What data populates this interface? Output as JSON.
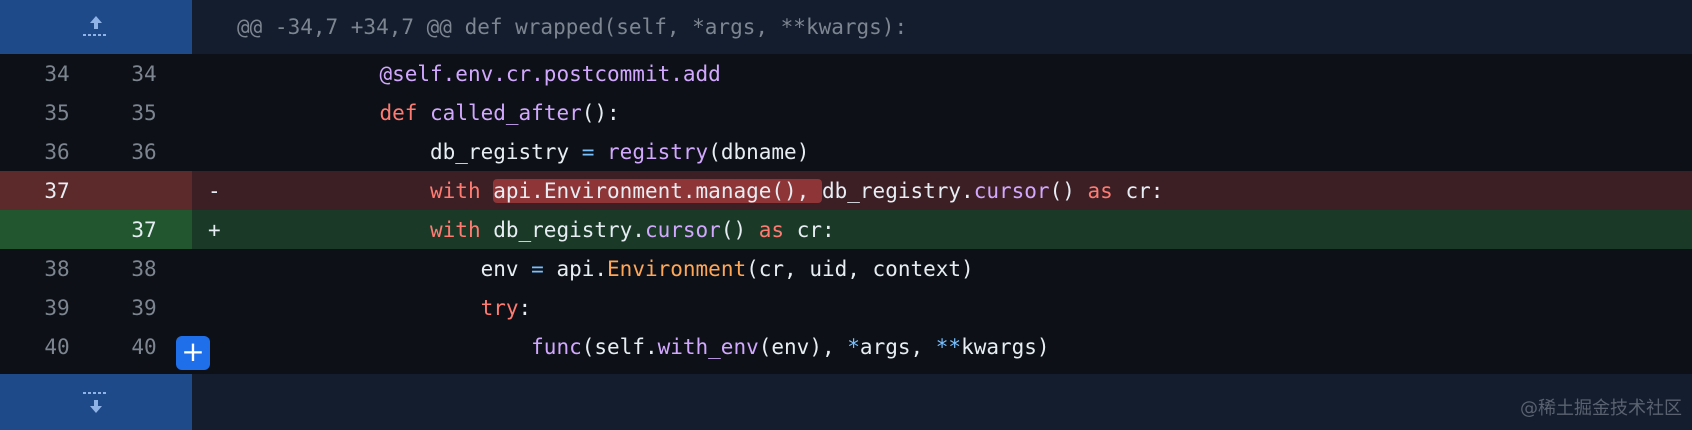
{
  "hunk_top": {
    "icon": "expand-up-icon",
    "header": "@@ -34,7 +34,7 @@ def wrapped(self, *args, **kwargs):"
  },
  "hunk_bottom": {
    "icon": "expand-down-icon"
  },
  "lines": [
    {
      "old": "34",
      "new": "34",
      "marker": ""
    },
    {
      "old": "35",
      "new": "35",
      "marker": ""
    },
    {
      "old": "36",
      "new": "36",
      "marker": ""
    },
    {
      "old": "37",
      "new": "",
      "marker": "-"
    },
    {
      "old": "",
      "new": "37",
      "marker": "+"
    },
    {
      "old": "38",
      "new": "38",
      "marker": ""
    },
    {
      "old": "39",
      "new": "39",
      "marker": ""
    },
    {
      "old": "40",
      "new": "40",
      "marker": ""
    }
  ],
  "code": {
    "l0": {
      "indent": "          ",
      "t0": "@self.env.cr.postcommit.add"
    },
    "l1": {
      "indent": "          ",
      "t0": "def",
      "t1": " ",
      "t2": "called_after",
      "t3": "():"
    },
    "l2": {
      "indent": "              ",
      "t0": "db_registry",
      "t1": " = ",
      "t2": "registry",
      "t3": "(dbname)"
    },
    "l3": {
      "indent": "              ",
      "t0": "with",
      "t1": " ",
      "t2": "api.Environment.manage(), ",
      "t3": "db_registry.",
      "t4": "cursor",
      "t5": "() ",
      "t6": "as",
      "t7": " cr:"
    },
    "l4": {
      "indent": "              ",
      "t0": "with",
      "t1": " db_registry.",
      "t2": "cursor",
      "t3": "() ",
      "t4": "as",
      "t5": " cr:"
    },
    "l5": {
      "indent": "                  ",
      "t0": "env",
      "t1": " = ",
      "t2": "api.",
      "t3": "Environment",
      "t4": "(cr, uid, context)"
    },
    "l6": {
      "indent": "                  ",
      "t0": "try",
      "t1": ":"
    },
    "l7": {
      "indent": "                      ",
      "t0": "func",
      "t1": "(self.",
      "t2": "with_env",
      "t3": "(env), ",
      "t4": "*",
      "t5": "args, ",
      "t6": "**",
      "t7": "kwargs)"
    }
  },
  "add_comment_button": "+",
  "watermark": "@稀土掘金技术社区",
  "colors": {
    "keyword": "#ff7b72",
    "function": "#d2a8ff",
    "operator": "#79c0ff",
    "class": "#ffa657",
    "deleted_bg": "#3c1f24",
    "added_bg": "#1a3a27",
    "hunk_expander": "#1f4a8a"
  }
}
